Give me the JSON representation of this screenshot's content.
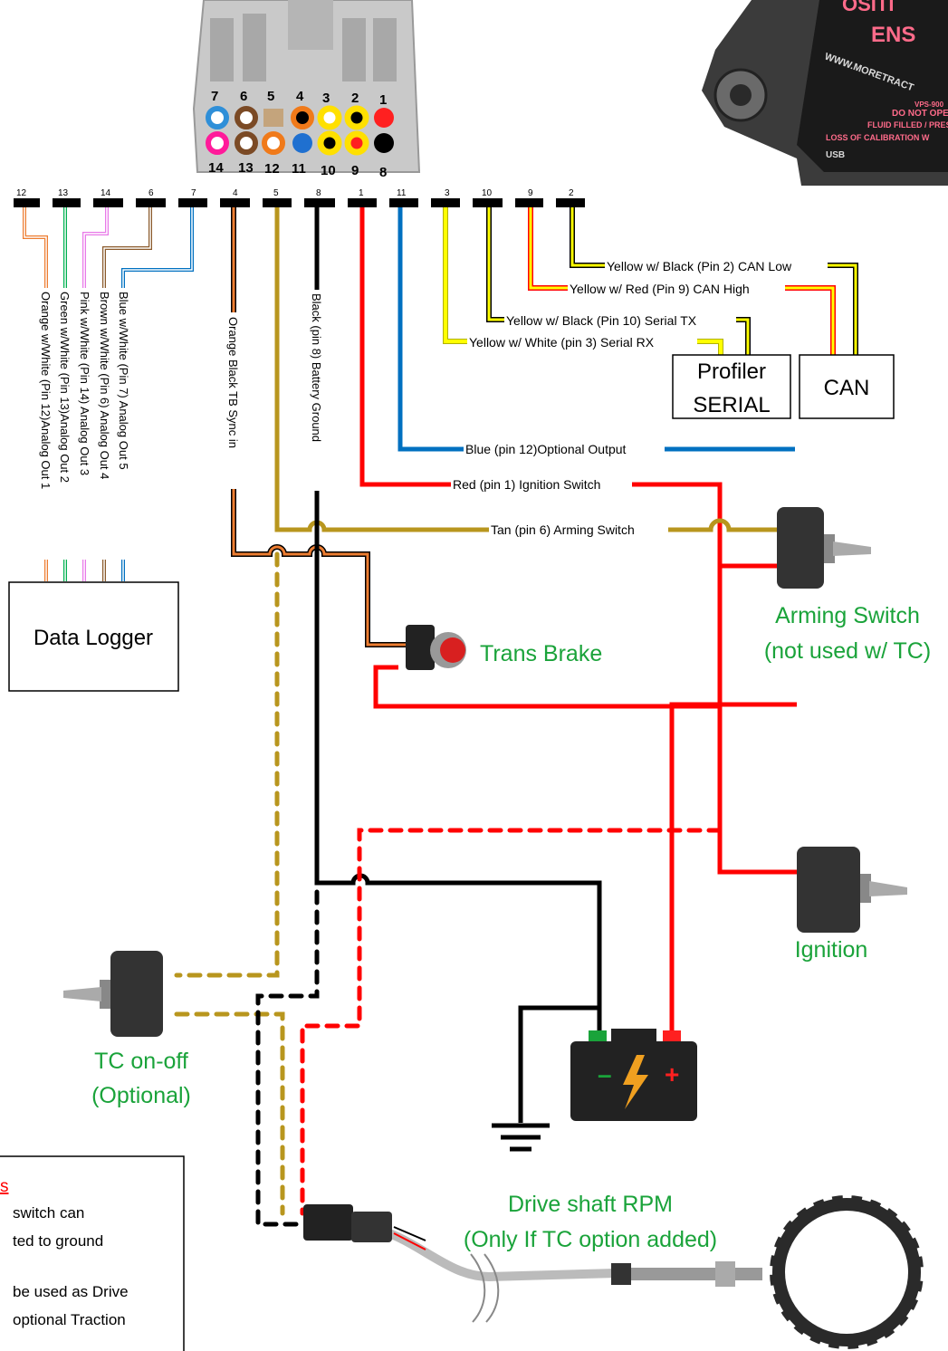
{
  "colors": {
    "red": "#ff0000",
    "black": "#000000",
    "tan": "#b8961e",
    "yellow": "#ffff00",
    "blue": "#0070c0",
    "orange": "#ed7d31",
    "green": "#00b050",
    "pink": "#e879e8",
    "brown": "#8b5a2b",
    "label_green": "#1aa33a"
  },
  "connector": {
    "top_row_numbers": [
      "7",
      "6",
      "5",
      "4",
      "3",
      "2",
      "1"
    ],
    "bottom_row_numbers": [
      "14",
      "13",
      "12",
      "11",
      "10",
      "9",
      "8"
    ]
  },
  "pin_strip": {
    "numbers": [
      "12",
      "13",
      "14",
      "6",
      "7",
      "4",
      "5",
      "8",
      "1",
      "11",
      "3",
      "10",
      "9",
      "2"
    ]
  },
  "sensor_text": {
    "title_top": "OSITI",
    "title_bottom": "ENS",
    "url": "WWW.MORETRACT",
    "model": "VPS-900",
    "warning1": "DO NOT OPE",
    "warning2": "FLUID FILLED / PRES",
    "warning3": "LOSS OF CALIBRATION W",
    "usb": "USB"
  },
  "wire_labels": {
    "can_low": "Yellow w/ Black (Pin 2) CAN Low",
    "can_high": "Yellow w/ Red (Pin 9) CAN High",
    "serial_tx": "Yellow w/ Black (Pin 10) Serial TX",
    "serial_rx": "Yellow w/ White (pin 3) Serial RX",
    "optional_output": "Blue (pin 12)Optional Output",
    "ignition_switch": "Red (pin 1) Ignition Switch",
    "arming_switch": "Tan (pin 6) Arming Switch",
    "battery_ground": "Black (pin 8) Battery Ground",
    "tb_sync": "Orange Black TB Sync in",
    "analog_out_5": "Blue w/White (Pin 7) Analog Out 5",
    "analog_out_4": "Brown w/White (Pin 6) Analog Out 4",
    "analog_out_3": "Pink w/White (Pin 14) Analog Out 3",
    "analog_out_2": "Green w/White (Pin 13)Analog Out 2",
    "analog_out_1": "Orange w/White (Pin 12)Analog Out 1"
  },
  "boxes": {
    "profiler_line1": "Profiler",
    "profiler_line2": "SERIAL",
    "can": "CAN",
    "data_logger": "Data Logger"
  },
  "components": {
    "arming_switch_line1": "Arming Switch",
    "arming_switch_line2": "(not used w/ TC)",
    "trans_brake": "Trans Brake",
    "ignition": "Ignition",
    "tc_line1": "TC on-off",
    "tc_line2": "(Optional)",
    "drive_shaft_line1": "Drive shaft RPM",
    "drive_shaft_line2": "(Only If TC option added)",
    "battery_minus": "–",
    "battery_plus": "+"
  },
  "notes": {
    "heading": "s",
    "line1": "switch can",
    "line2": "ted to ground",
    "line3": "be used as Drive",
    "line4": "optional Traction"
  }
}
